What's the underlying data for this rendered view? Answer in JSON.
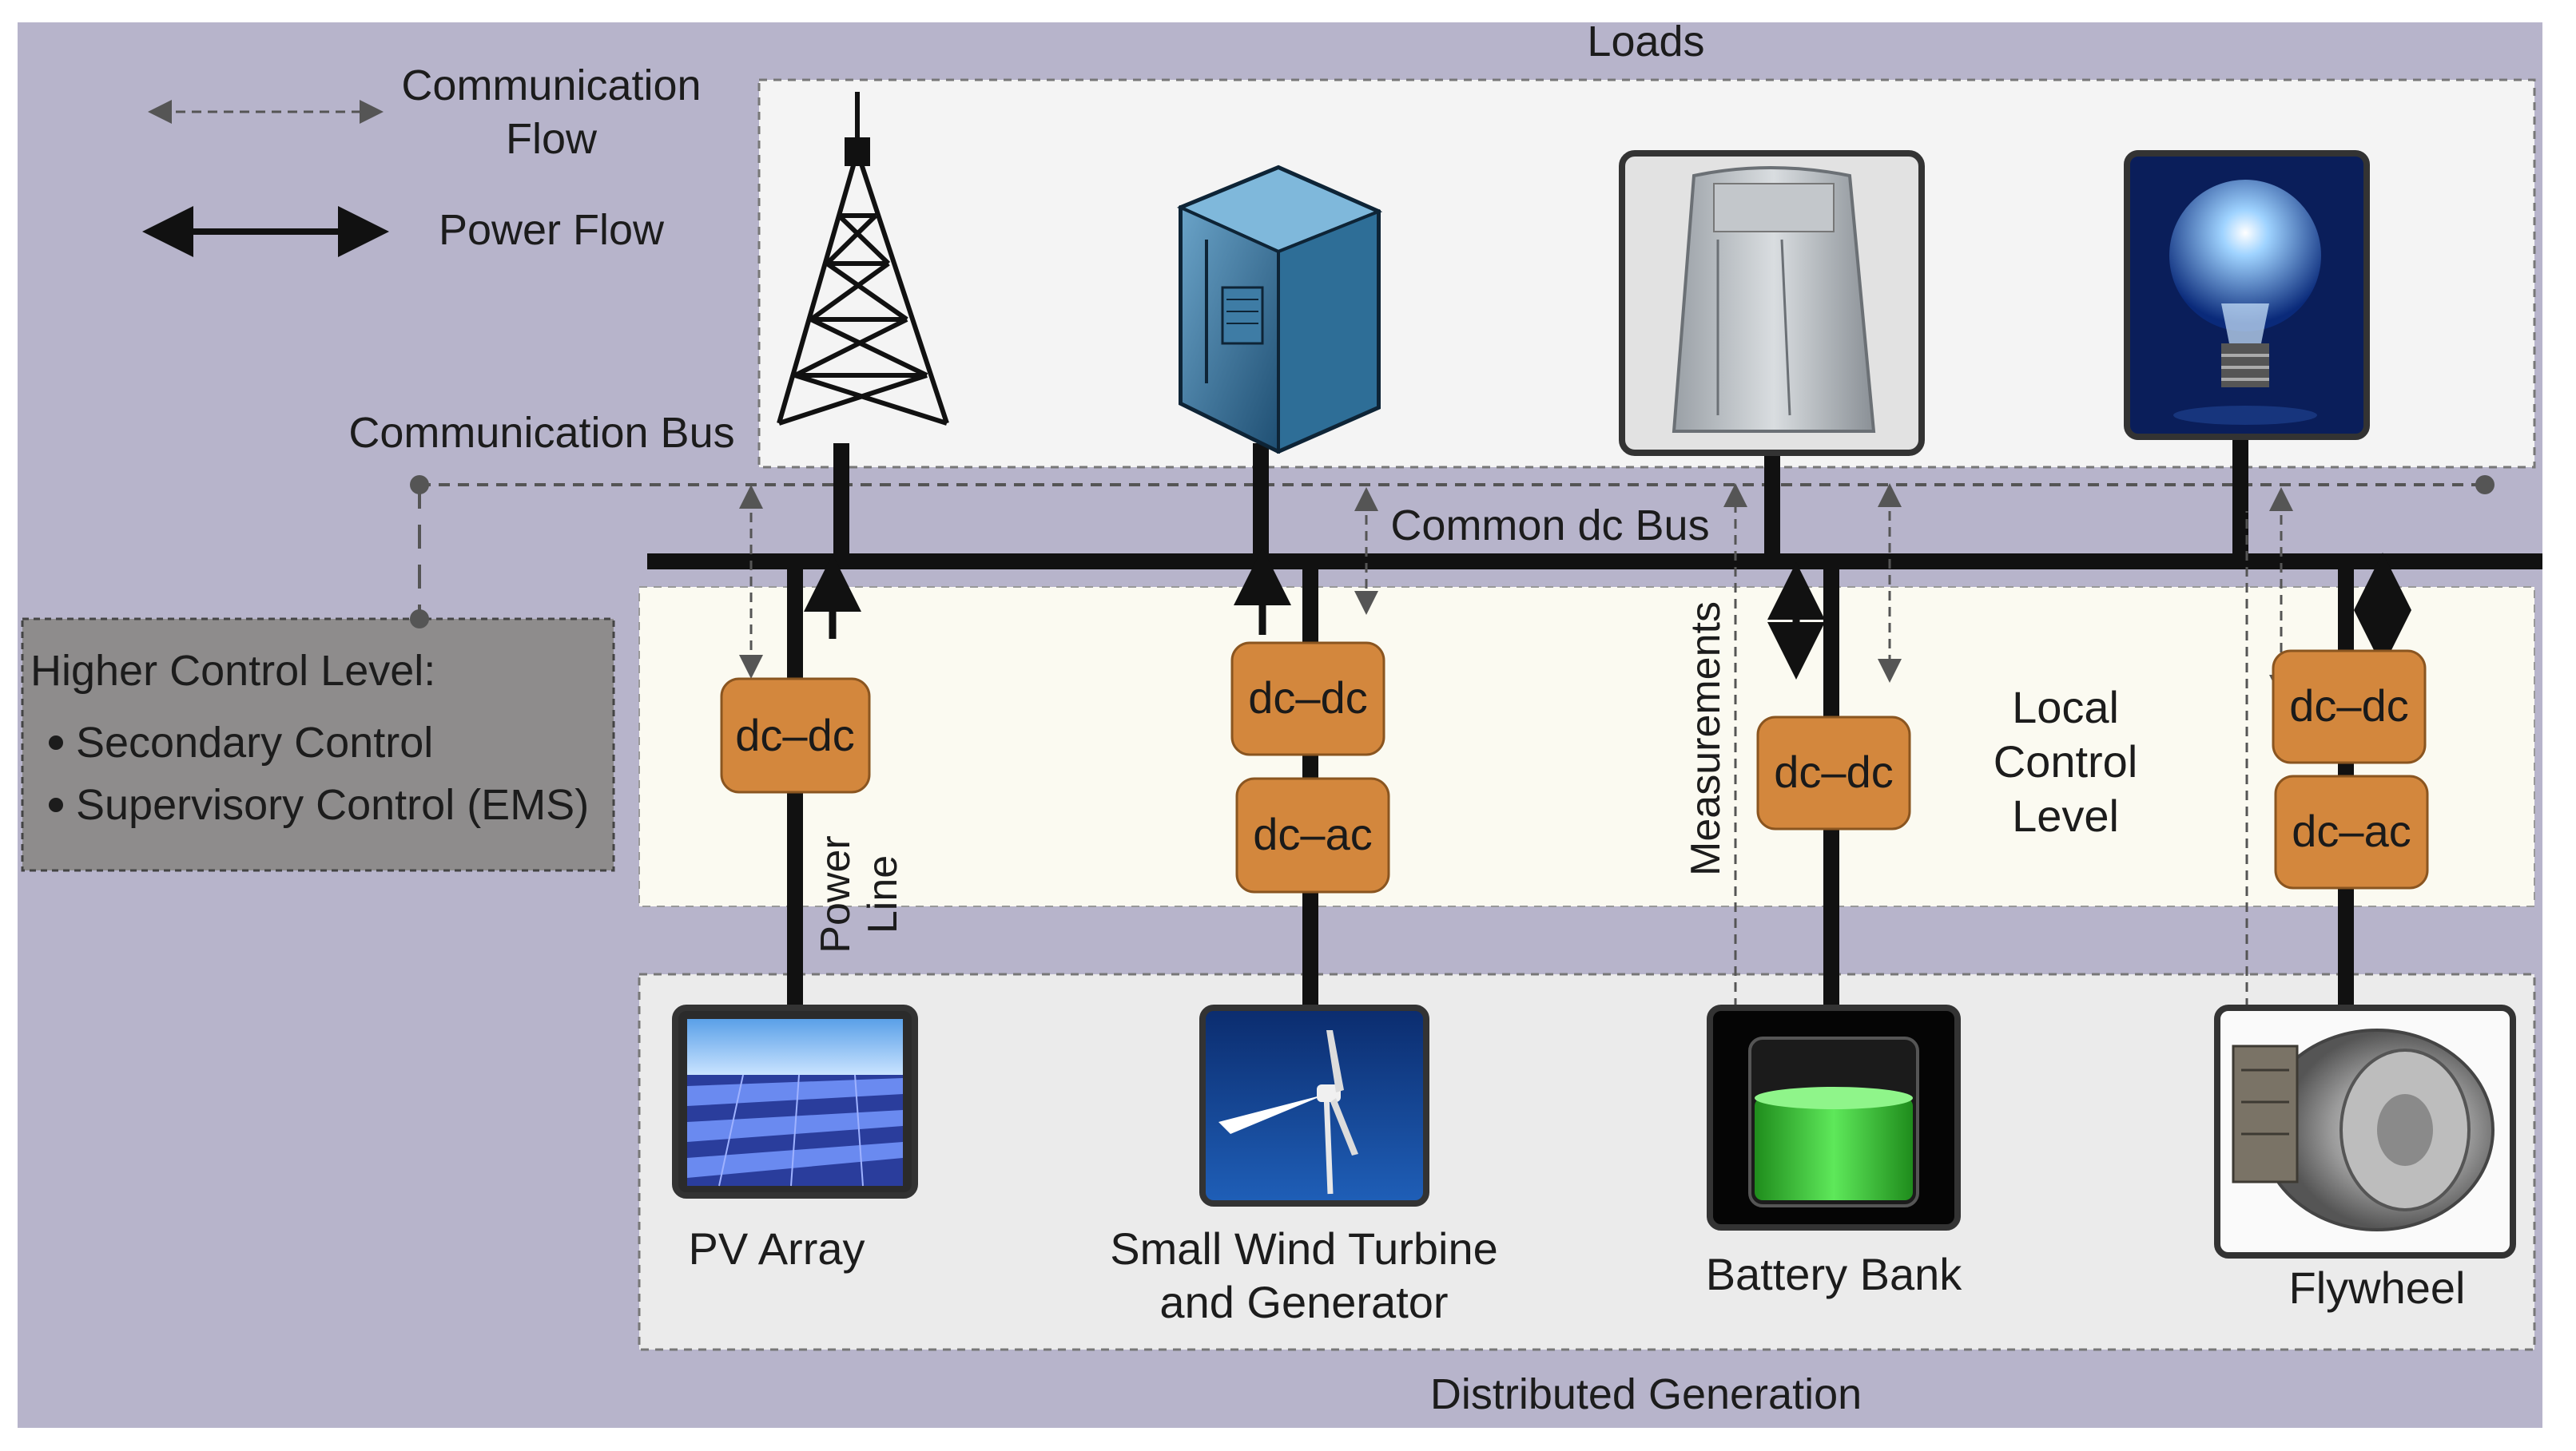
{
  "legend": {
    "communication_flow_line1": "Communication",
    "communication_flow_line2": "Flow",
    "power_flow": "Power Flow"
  },
  "labels": {
    "loads": "Loads",
    "communication_bus": "Communication Bus",
    "common_dc_bus": "Common dc Bus",
    "local_control_line1": "Local",
    "local_control_line2": "Control",
    "local_control_line3": "Level",
    "measurements": "Measurements",
    "power_line_1": "Power",
    "power_line_2": "Line",
    "distributed_generation": "Distributed Generation"
  },
  "higher_control": {
    "title": "Higher Control Level:",
    "items": [
      "Secondary Control",
      "Supervisory Control (EMS)"
    ]
  },
  "converters": {
    "pv": "dc–dc",
    "wind_dcdc": "dc–dc",
    "wind_dcac": "dc–ac",
    "battery": "dc–dc",
    "flywheel_dcdc": "dc–dc",
    "flywheel_dcac": "dc–ac"
  },
  "sources": {
    "pv": "PV Array",
    "wind_line1": "Small Wind Turbine",
    "wind_line2": "and Generator",
    "battery": "Battery Bank",
    "flywheel": "Flywheel"
  },
  "load_icons": [
    "telecom-tower-icon",
    "server-cabinet-icon",
    "air-conditioner-icon",
    "light-bulb-icon"
  ],
  "colors": {
    "background": "#b7b4cb",
    "loads_panel": "#f4f4f4",
    "local_panel": "#fbfaf1",
    "generation_panel": "#ebebeb",
    "higher_control_box": "#8e8c8c",
    "converter_fill": "#d3873d",
    "bus": "#111111",
    "battery_level": "#3ec93a"
  }
}
